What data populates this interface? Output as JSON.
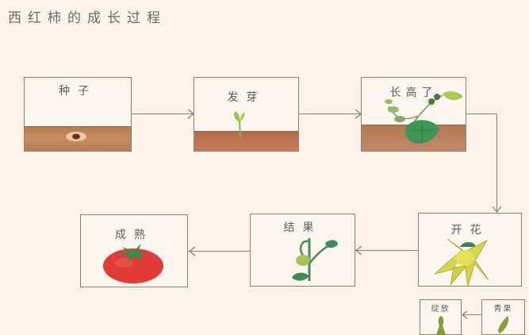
{
  "title": "西红柿的成长过程",
  "stages": [
    {
      "id": "seed",
      "label": "种子"
    },
    {
      "id": "sprout",
      "label": "发芽"
    },
    {
      "id": "grow-tall",
      "label": "长高了"
    },
    {
      "id": "flowering",
      "label": "开花"
    },
    {
      "id": "fruiting",
      "label": "结果"
    },
    {
      "id": "ripe",
      "label": "成熟"
    }
  ],
  "sub_stages": [
    {
      "id": "bloom",
      "label": "绽放"
    },
    {
      "id": "green-fruit",
      "label": "青果"
    }
  ],
  "flow": [
    "种子",
    "发芽",
    "长高了",
    "开花",
    "结果",
    "成熟"
  ],
  "colors": {
    "background": "#fdf3e8",
    "soil": "#c48c60",
    "leaf": "#4f9a5c",
    "flower": "#d9d64a",
    "tomato": "#e03a3a",
    "line": "#8a8178"
  }
}
